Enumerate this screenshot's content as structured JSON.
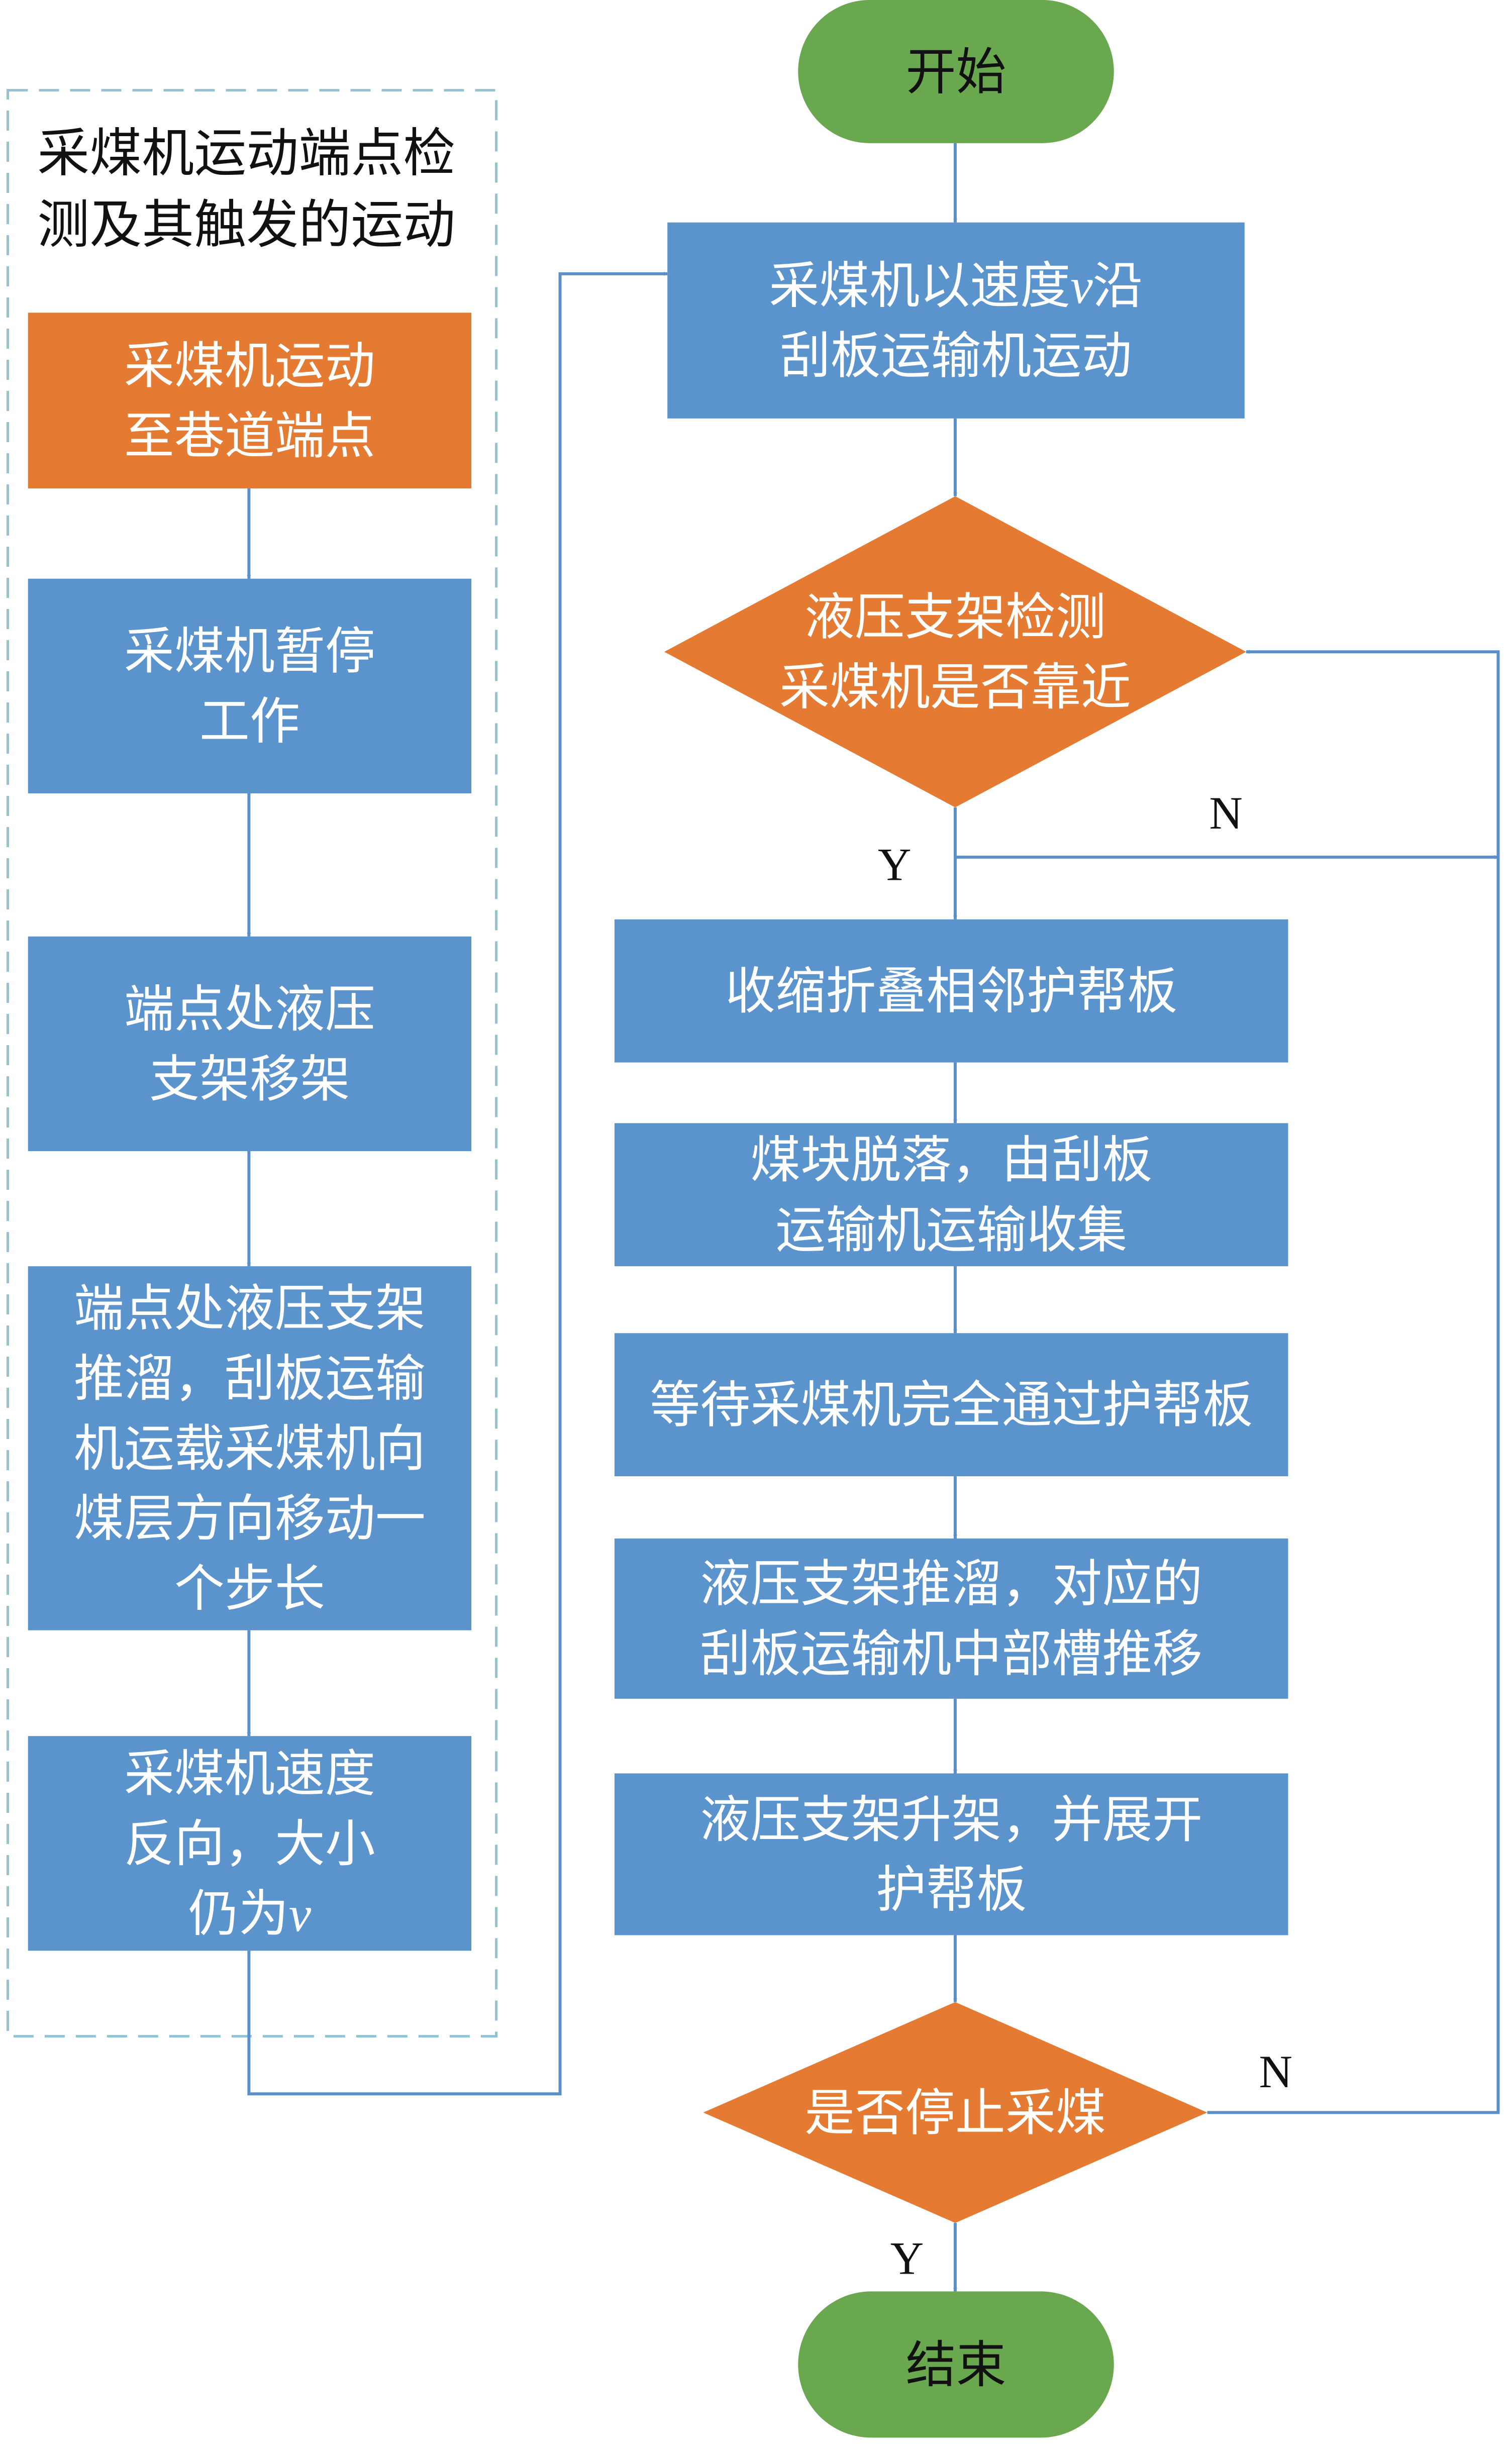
{
  "colors": {
    "process": "#5b93cd",
    "highlight": "#e57b33",
    "decision": "#e57b33",
    "terminal": "#6aa84f",
    "line": "#5b8fc9",
    "group_border": "#8fc4d4"
  },
  "left_group": {
    "title": [
      "采煤机运动端点检",
      "测及其触发的运动"
    ],
    "steps": [
      {
        "lines": [
          "采煤机运动",
          "至巷道端点"
        ]
      },
      {
        "lines": [
          "采煤机暂停",
          "工作"
        ]
      },
      {
        "lines": [
          "端点处液压",
          "支架移架"
        ]
      },
      {
        "lines": [
          "端点处液压支架",
          "推溜，刮板运输",
          "机运载采煤机向",
          "煤层方向移动一",
          "个步长"
        ]
      },
      {
        "lines": [
          "采煤机速度",
          "反向，大小",
          "仍为v"
        ]
      }
    ]
  },
  "main_flow": {
    "start": "开始",
    "move": [
      "采煤机以速度v沿",
      "刮板运输机运动"
    ],
    "check_near": [
      "液压支架检测",
      "采煤机是否靠近"
    ],
    "yes": "Y",
    "no": "N",
    "steps": [
      {
        "lines": [
          "收缩折叠相邻护帮板"
        ]
      },
      {
        "lines": [
          "煤块脱落，由刮板",
          "运输机运输收集"
        ]
      },
      {
        "lines": [
          "等待采煤机完全通过护帮板"
        ]
      },
      {
        "lines": [
          "液压支架推溜，对应的",
          "刮板运输机中部槽推移"
        ]
      },
      {
        "lines": [
          "液压支架升架，并展开",
          "护帮板"
        ]
      }
    ],
    "check_stop": "是否停止采煤",
    "end": "结束"
  }
}
